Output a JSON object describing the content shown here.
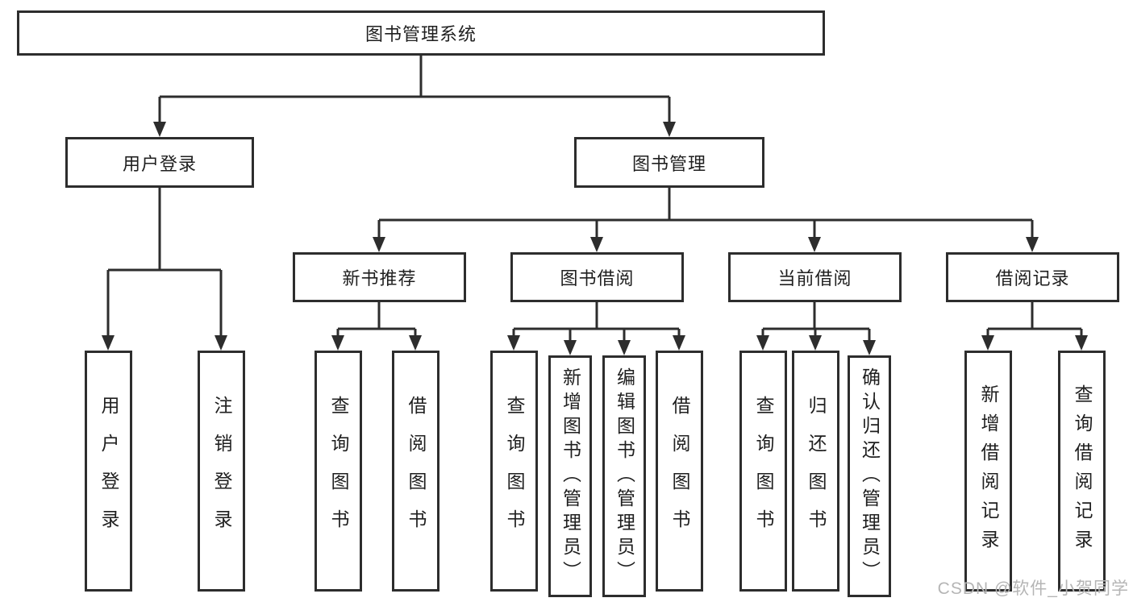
{
  "tree": {
    "root": {
      "label": "图书管理系统",
      "children": [
        {
          "label": "用户登录",
          "children": [
            {
              "label": "用户登录"
            },
            {
              "label": "注销登录"
            }
          ]
        },
        {
          "label": "图书管理",
          "children": [
            {
              "label": "新书推荐",
              "children": [
                {
                  "label": "查询图书"
                },
                {
                  "label": "借阅图书"
                }
              ]
            },
            {
              "label": "图书借阅",
              "children": [
                {
                  "label": "查询图书"
                },
                {
                  "label": "新增图书（管理员）"
                },
                {
                  "label": "编辑图书（管理员）"
                },
                {
                  "label": "借阅图书"
                }
              ]
            },
            {
              "label": "当前借阅",
              "children": [
                {
                  "label": "查询图书"
                },
                {
                  "label": "归还图书"
                },
                {
                  "label": "确认归还（管理员）"
                }
              ]
            },
            {
              "label": "借阅记录",
              "children": [
                {
                  "label": "新增借阅记录"
                },
                {
                  "label": "查询借阅记录"
                }
              ]
            }
          ]
        }
      ]
    }
  },
  "watermark": {
    "text": "CSDN @软件_小贺同学"
  },
  "colors": {
    "line": "#2d2d2d",
    "box_background": "#ffffff",
    "text": "#1f1f1f",
    "watermark": "#b5b5b5"
  }
}
